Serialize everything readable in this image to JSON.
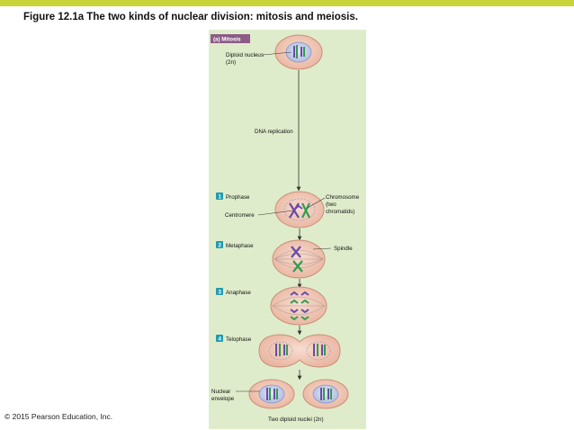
{
  "header": {
    "title": "Figure 12.1a  The two kinds of nuclear division: mitosis and meiosis."
  },
  "footer": {
    "copyright": "© 2015 Pearson Education, Inc."
  },
  "figure": {
    "panel_label": "(a) Mitosis",
    "labels": {
      "diploid_nucleus": [
        "Diploid nucleus",
        "(2n)"
      ],
      "dna_replication": "DNA replication",
      "chromosome": [
        "Chromosome",
        "(two",
        "chromatids)"
      ],
      "centromere": "Centromere",
      "spindle": "Spindle",
      "nuclear_envelope": [
        "Nuclear",
        "envelope"
      ],
      "two_diploid_nuclei": "Two diploid nuclei (2n)"
    },
    "stages": [
      {
        "number": "1",
        "name": "Prophase"
      },
      {
        "number": "2",
        "name": "Metaphase"
      },
      {
        "number": "3",
        "name": "Anaphase"
      },
      {
        "number": "4",
        "name": "Telophase"
      }
    ]
  },
  "colors": {
    "accent_bar": "#c8d43a",
    "panel": "#dfeccb",
    "panel_tag": "#8c5b86",
    "cell_fill": "#f2c9b8",
    "cell_stroke": "#c98f78",
    "nucleus_fill": "#cfd6ee",
    "chromosome_purple": "#6a4aa8",
    "chromosome_green": "#2f9e4f",
    "step_badge": "#1f9bb0"
  }
}
